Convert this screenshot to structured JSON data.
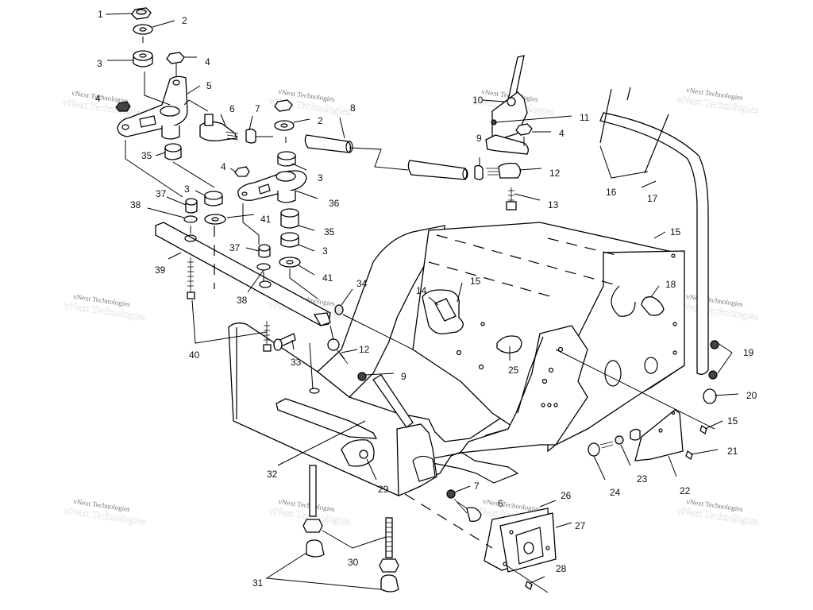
{
  "diagram": {
    "title": "Steering / Front Suspension Exploded Parts View",
    "watermark": "vNext Technologies",
    "callouts": [
      {
        "id": "c1",
        "label": "1"
      },
      {
        "id": "c2a",
        "label": "2"
      },
      {
        "id": "c3a",
        "label": "3"
      },
      {
        "id": "c4a",
        "label": "4"
      },
      {
        "id": "c5",
        "label": "5"
      },
      {
        "id": "c6",
        "label": "6"
      },
      {
        "id": "c7a",
        "label": "7"
      },
      {
        "id": "c8",
        "label": "8"
      },
      {
        "id": "c2b",
        "label": "2"
      },
      {
        "id": "c4b",
        "label": "4"
      },
      {
        "id": "c35a",
        "label": "35"
      },
      {
        "id": "c4c",
        "label": "4"
      },
      {
        "id": "c3b",
        "label": "3"
      },
      {
        "id": "c3c",
        "label": "3"
      },
      {
        "id": "c36",
        "label": "36"
      },
      {
        "id": "c37a",
        "label": "37"
      },
      {
        "id": "c38a",
        "label": "38"
      },
      {
        "id": "c41a",
        "label": "41"
      },
      {
        "id": "c35b",
        "label": "35"
      },
      {
        "id": "c3d",
        "label": "3"
      },
      {
        "id": "c39",
        "label": "39"
      },
      {
        "id": "c37b",
        "label": "37"
      },
      {
        "id": "c41b",
        "label": "41"
      },
      {
        "id": "c38b",
        "label": "38"
      },
      {
        "id": "c34",
        "label": "34"
      },
      {
        "id": "c40",
        "label": "40"
      },
      {
        "id": "c33",
        "label": "33"
      },
      {
        "id": "c12a",
        "label": "12"
      },
      {
        "id": "c9a",
        "label": "9"
      },
      {
        "id": "c10",
        "label": "10"
      },
      {
        "id": "c11",
        "label": "11"
      },
      {
        "id": "c4d",
        "label": "4"
      },
      {
        "id": "c9b",
        "label": "9"
      },
      {
        "id": "c12b",
        "label": "12"
      },
      {
        "id": "c13",
        "label": "13"
      },
      {
        "id": "c16",
        "label": "16"
      },
      {
        "id": "c17",
        "label": "17"
      },
      {
        "id": "c15a",
        "label": "15"
      },
      {
        "id": "c14",
        "label": "14"
      },
      {
        "id": "c15b",
        "label": "15"
      },
      {
        "id": "c18",
        "label": "18"
      },
      {
        "id": "c25",
        "label": "25"
      },
      {
        "id": "c19",
        "label": "19"
      },
      {
        "id": "c20",
        "label": "20"
      },
      {
        "id": "c15c",
        "label": "15"
      },
      {
        "id": "c21",
        "label": "21"
      },
      {
        "id": "c22",
        "label": "22"
      },
      {
        "id": "c23",
        "label": "23"
      },
      {
        "id": "c24",
        "label": "24"
      },
      {
        "id": "c32",
        "label": "32"
      },
      {
        "id": "c29",
        "label": "29"
      },
      {
        "id": "c7b",
        "label": "7"
      },
      {
        "id": "c26",
        "label": "26"
      },
      {
        "id": "c27",
        "label": "27"
      },
      {
        "id": "c28",
        "label": "28"
      },
      {
        "id": "c30",
        "label": "30"
      },
      {
        "id": "c31",
        "label": "31"
      },
      {
        "id": "c6b",
        "label": "6"
      }
    ]
  }
}
